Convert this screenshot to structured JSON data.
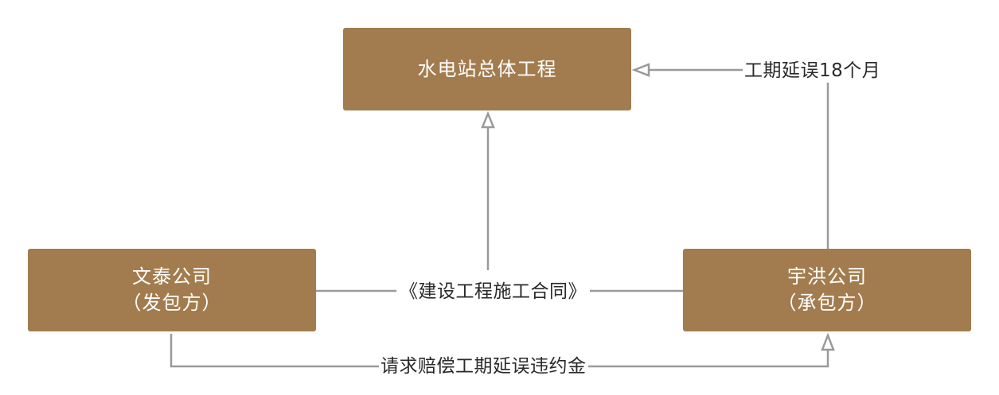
{
  "nodes": {
    "project": {
      "label": "水电站总体工程"
    },
    "wentai": {
      "name": "文泰公司",
      "role": "（发包方）"
    },
    "yuhong": {
      "name": "宇洪公司",
      "role": "（承包方）"
    }
  },
  "edges": {
    "contract": {
      "label": "《建设工程施工合同》"
    },
    "delay": {
      "label": "工期延误18个月"
    },
    "claim": {
      "label": "请求赔偿工期延误违约金"
    }
  },
  "colors": {
    "box_fill": "#a27c4e",
    "box_text": "#ffffff",
    "line": "#9a9a9a",
    "label_text": "#2a2a2a"
  }
}
